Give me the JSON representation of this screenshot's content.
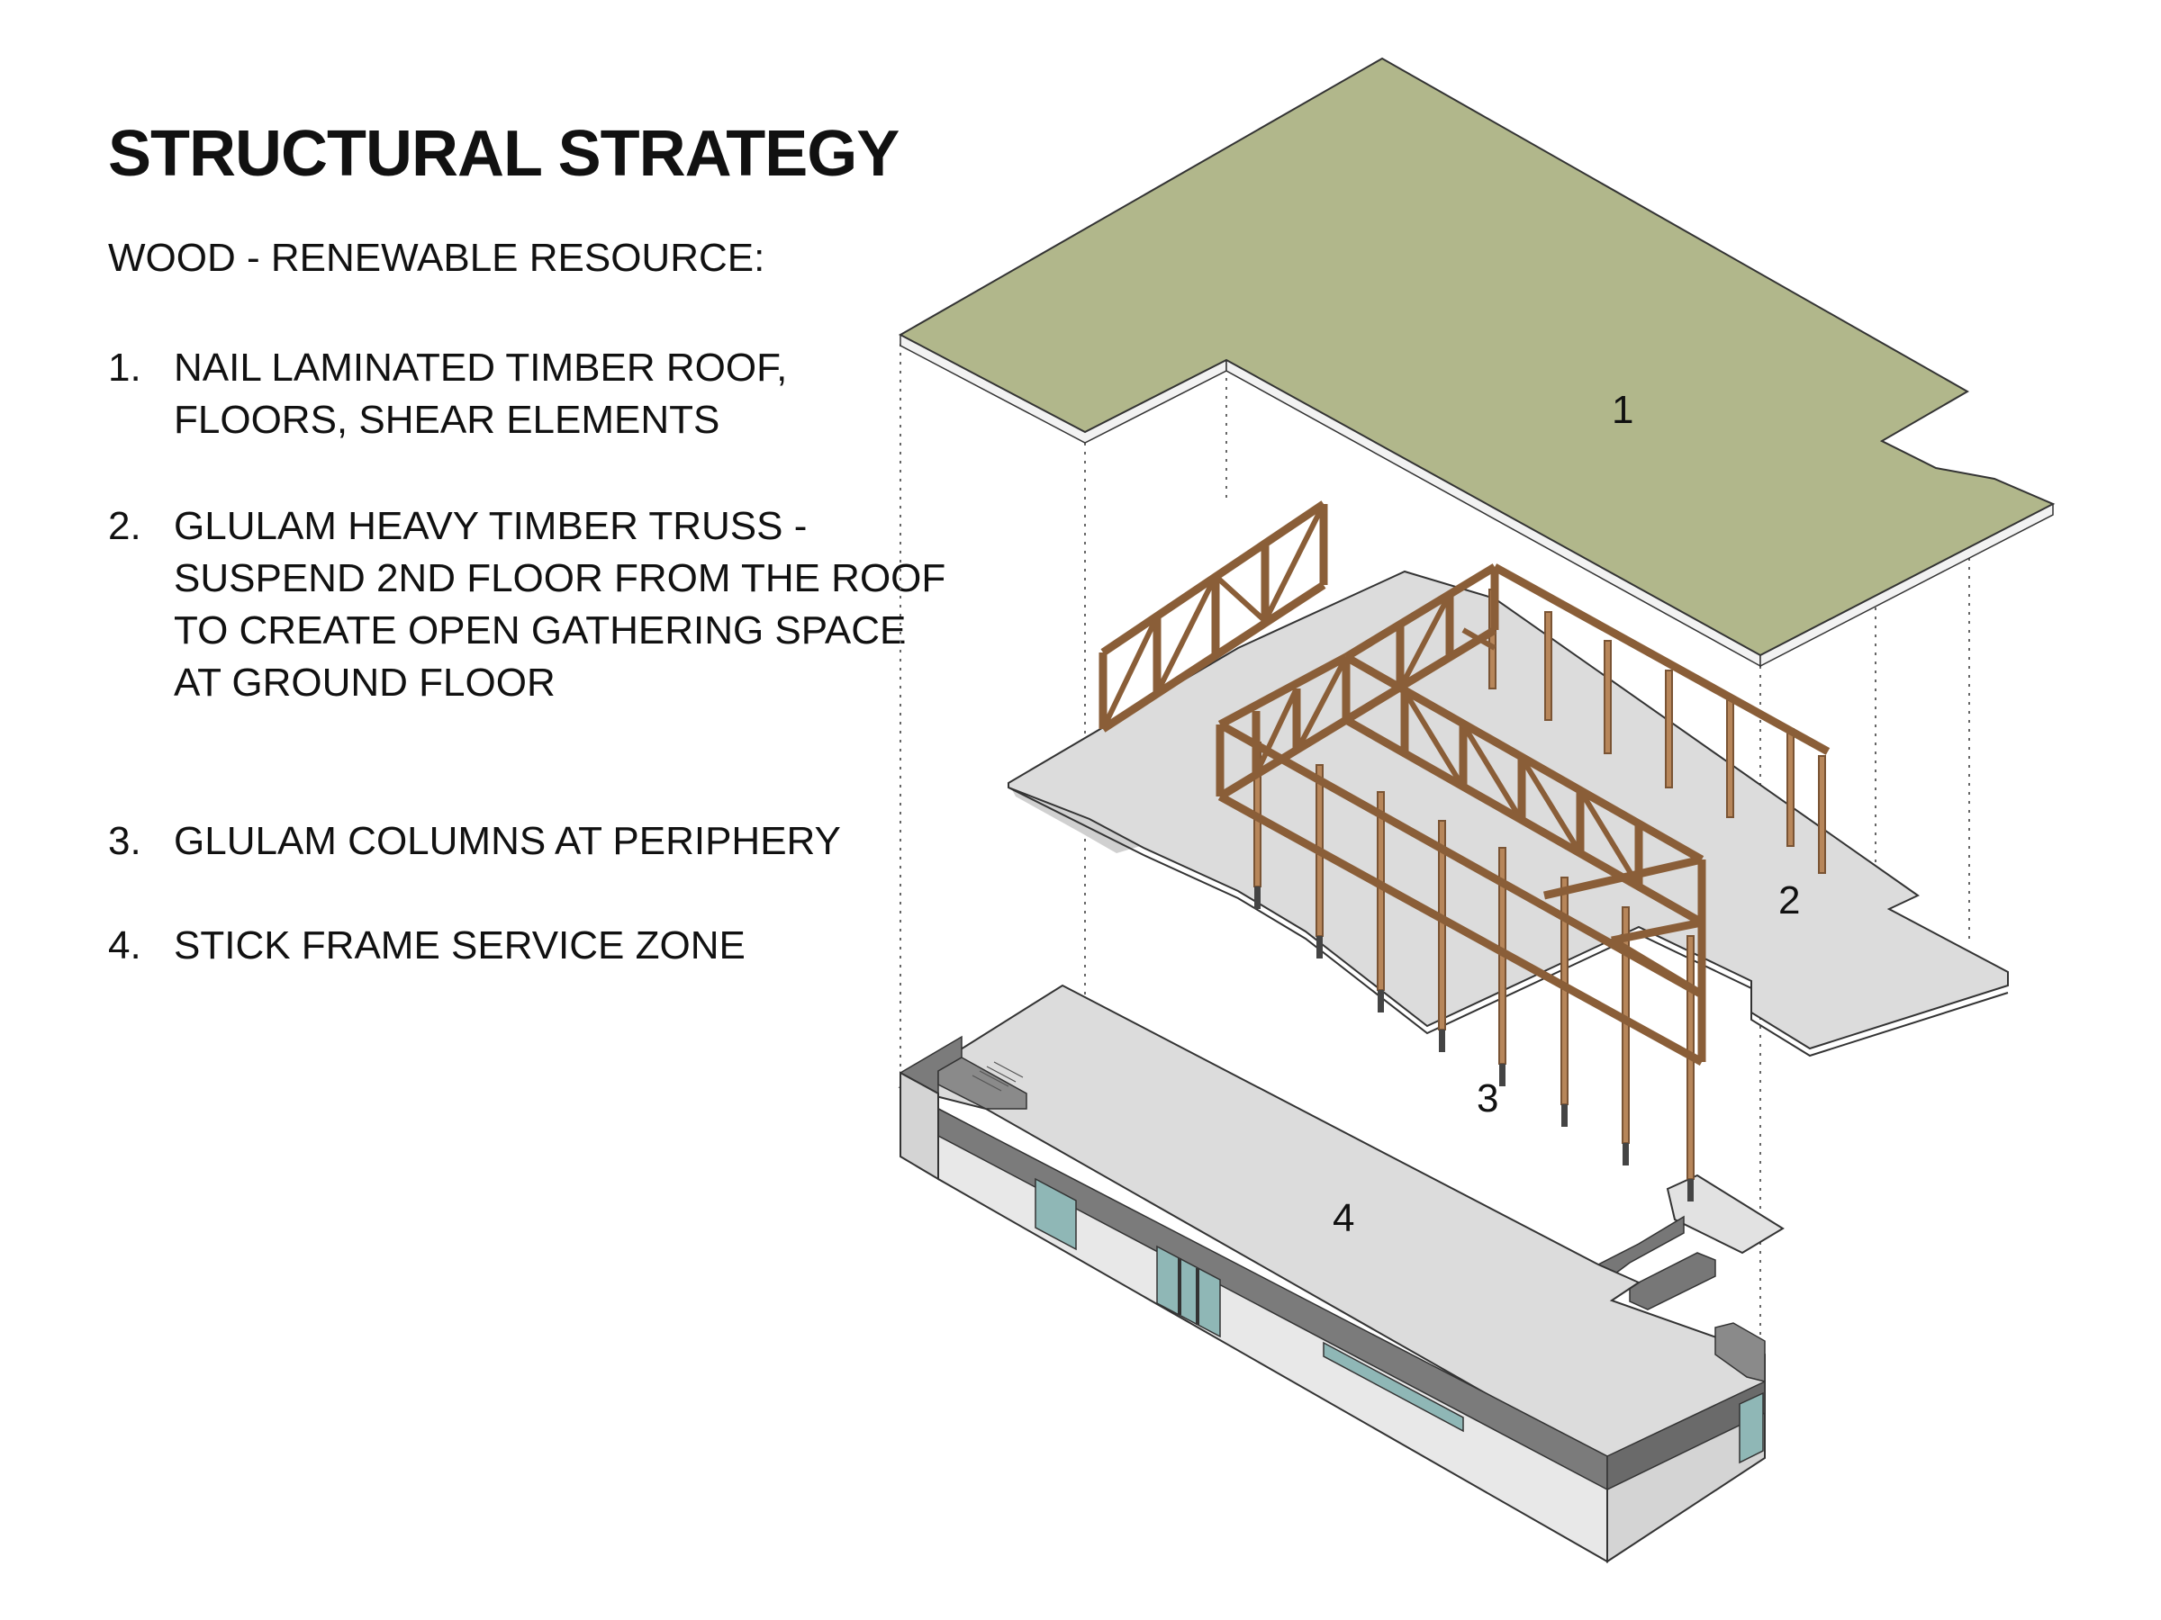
{
  "title": "STRUCTURAL STRATEGY",
  "subtitle": "WOOD - RENEWABLE RESOURCE:",
  "items": [
    {
      "num": "1.",
      "text": "NAIL LAMINATED TIMBER ROOF, FLOORS, SHEAR ELEMENTS"
    },
    {
      "num": "2.",
      "text": "GLULAM HEAVY TIMBER TRUSS - SUSPEND 2ND FLOOR FROM THE ROOF TO CREATE OPEN GATHERING SPACE AT GROUND FLOOR"
    },
    {
      "num": "3.",
      "text": "GLULAM COLUMNS AT PERIPHERY"
    },
    {
      "num": "4.",
      "text": "STICK FRAME SERVICE ZONE"
    }
  ],
  "diagram_labels": {
    "roof": "1",
    "floor": "2",
    "columns": "3",
    "service": "4"
  },
  "colors": {
    "roof": "#b1b78b",
    "floor": "#dcdcdc",
    "timber": "#b7865a",
    "timber_dark": "#7a5434",
    "wall": "#e7e7e7",
    "parapet": "#7a7a7a",
    "glass": "#8fb7b6"
  }
}
